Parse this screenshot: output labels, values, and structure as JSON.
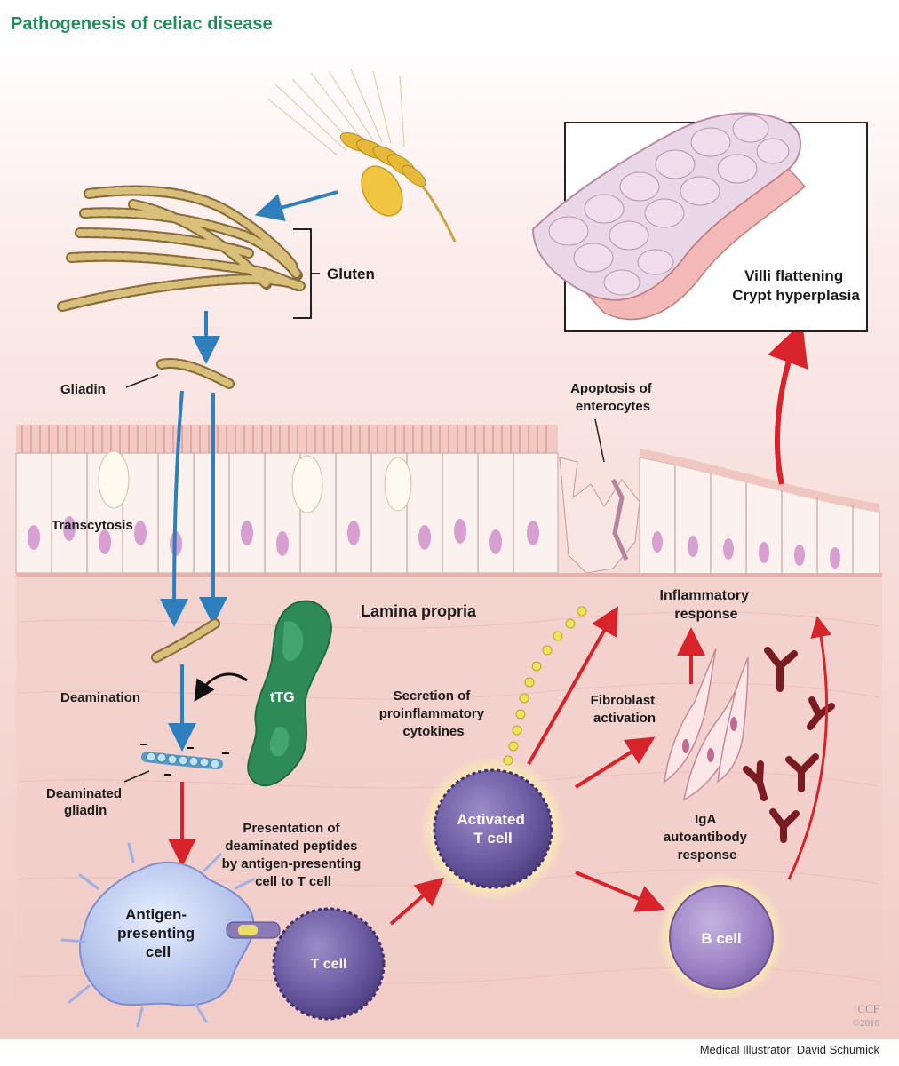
{
  "title": "Pathogenesis of celiac disease",
  "labels": {
    "gluten": "Gluten",
    "gliadin": "Gliadin",
    "transcytosis": "Transcytosis",
    "lamina_propria": "Lamina propria",
    "deamination": "Deamination",
    "ttg": "tTG",
    "deaminated_gliadin": [
      "Deaminated",
      "gliadin"
    ],
    "presentation": [
      "Presentation of",
      "deaminated peptides",
      "by antigen-presenting",
      "cell to T cell"
    ],
    "apc": [
      "Antigen-",
      "presenting",
      "cell"
    ],
    "t_cell": "T cell",
    "activated_t_cell": [
      "Activated",
      "T cell"
    ],
    "secretion": [
      "Secretion of",
      "proinflammatory",
      "cytokines"
    ],
    "fibroblast": [
      "Fibroblast",
      "activation"
    ],
    "inflammatory": [
      "Inflammatory",
      "response"
    ],
    "iga": [
      "IgA",
      "autoantibody",
      "response"
    ],
    "b_cell": "B cell",
    "apoptosis": [
      "Apoptosis of",
      "enterocytes"
    ],
    "villi": [
      "Villi flattening",
      "Crypt hyperplasia"
    ]
  },
  "credits": {
    "ccf": "CCF",
    "year": "©2016",
    "illustrator": "Medical Illustrator: David Schumick"
  },
  "colors": {
    "title": "#1f8f5a",
    "blue_arrow": "#2f7fbf",
    "red_arrow": "#d8232a",
    "tissue": "#f4d3d0",
    "cell_purple": "#6b5a9e",
    "ttg_green": "#2e8b57",
    "antibody": "#7a1b22",
    "cytokine": "#f2e25a"
  }
}
